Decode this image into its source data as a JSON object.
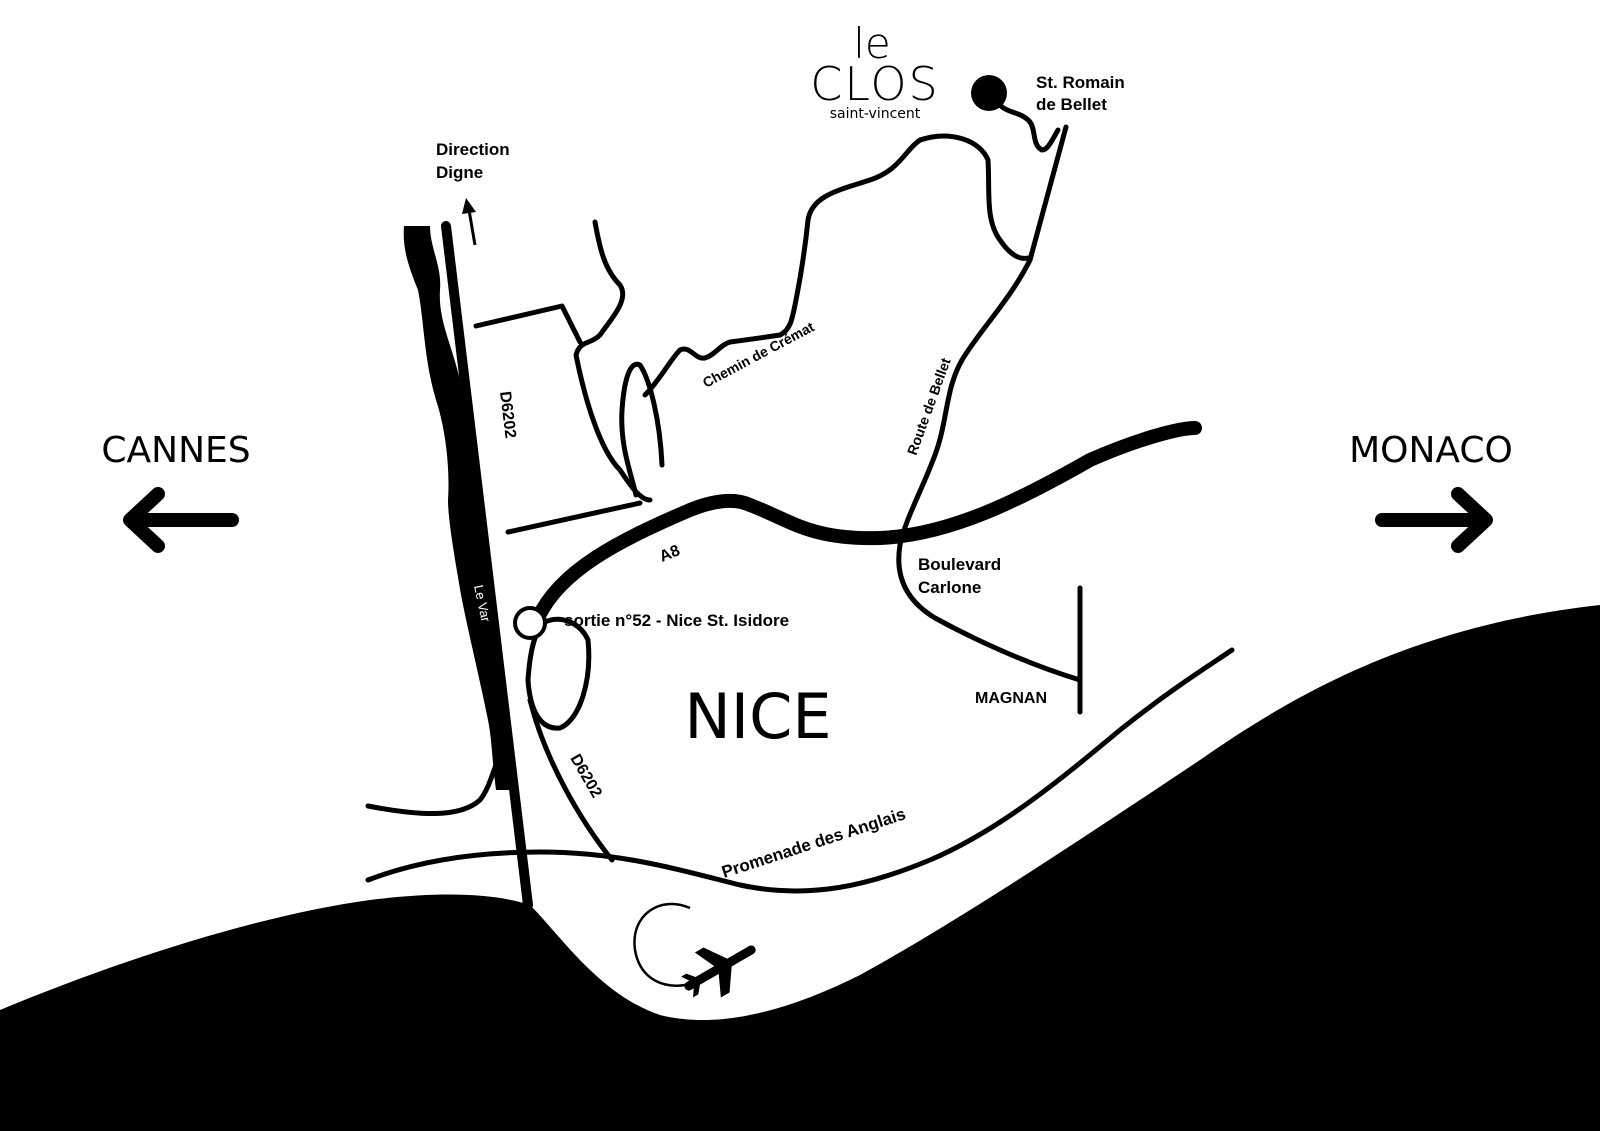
{
  "logo": {
    "line1": "le",
    "line2": "CLOS",
    "line3": "saint-vincent"
  },
  "directions": {
    "west": "CANNES",
    "east": "MONACO",
    "north_line1": "Direction",
    "north_line2": "Digne"
  },
  "places": {
    "city": "NICE",
    "destination_line1": "St. Romain",
    "destination_line2": "de Bellet",
    "district": "MAGNAN",
    "exit": "sortie n°52 - Nice St. Isidore"
  },
  "roads": {
    "d6202_north": "D6202",
    "d6202_south": "D6202",
    "a8": "A8",
    "chemin_cremat": "Chemin de Crémat",
    "route_bellet": "Route de Bellet",
    "boulevard_line1": "Boulevard",
    "boulevard_line2": "Carlone",
    "promenade": "Promenade des Anglais",
    "river": "Le Var"
  },
  "icons": {
    "airport": "airplane-icon",
    "destination": "location-dot-icon",
    "exit": "exit-circle-icon",
    "west_arrow": "arrow-left-icon",
    "east_arrow": "arrow-right-icon",
    "north_arrow": "arrow-up-icon"
  },
  "colors": {
    "ink": "#000000",
    "paper": "#ffffff"
  }
}
